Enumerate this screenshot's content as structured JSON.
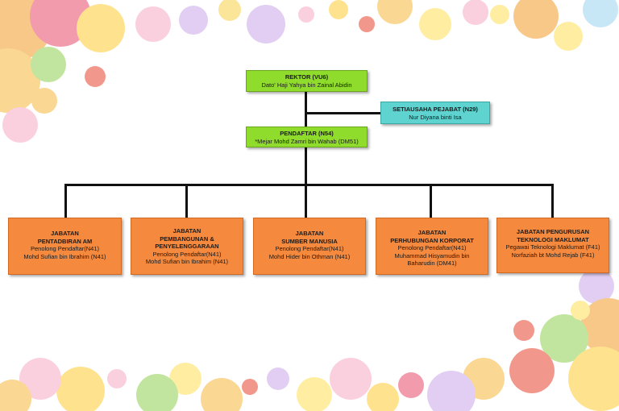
{
  "colors": {
    "top": "#8fdc2c",
    "secretary": "#5fd3d0",
    "department": "#f5893d",
    "connector": "#111111"
  },
  "rektor": {
    "title": "REKTOR (VU6)",
    "name": "Dato' Haji Yahya bin Zainal  Abidin"
  },
  "setiausaha": {
    "title": "SETIAUSAHA PEJABAT (N29)",
    "name": "Nur Diyana binti Isa"
  },
  "pendaftar": {
    "title": "PENDAFTAR (N54)",
    "name": "*Mejar Mohd Zamri bin Wahab (DM51)"
  },
  "departments": [
    {
      "title1": "JABATAN",
      "title2": "PENTADBIRAN AM",
      "title3": "",
      "role": "Penolong Pendaftar(N41)",
      "name": "Mohd Sufian bin Ibrahim (N41)",
      "name2": ""
    },
    {
      "title1": "JABATAN",
      "title2": "PEMBANGUNAN &",
      "title3": "PENYELENGGARAAN",
      "role": "Penolong Pendaftar(N41)",
      "name": "Mohd Sufian bin Ibrahim (N41)",
      "name2": ""
    },
    {
      "title1": "JABATAN",
      "title2": "SUMBER MANUSIA",
      "title3": "",
      "role": "Penolong Pendaftar(N41)",
      "name": "Mohd Hider bin Othman  (N41)",
      "name2": ""
    },
    {
      "title1": "JABATAN",
      "title2": "PERHUBUNGAN KORPORAT",
      "title3": "",
      "role": "Penolong Pendaftar(N41)",
      "name": "Muhammad Hisyamudin bin",
      "name2": "Baharudin (DM41)"
    },
    {
      "title1": "JABATAN PENGURUSAN",
      "title2": "TEKNOLOGI MAKLUMAT",
      "title3": "",
      "role": "Pegawai Teknologi Maklumat (F41)",
      "name": "Norfaziah bt Mohd Rejab (F41)",
      "name2": ""
    }
  ]
}
